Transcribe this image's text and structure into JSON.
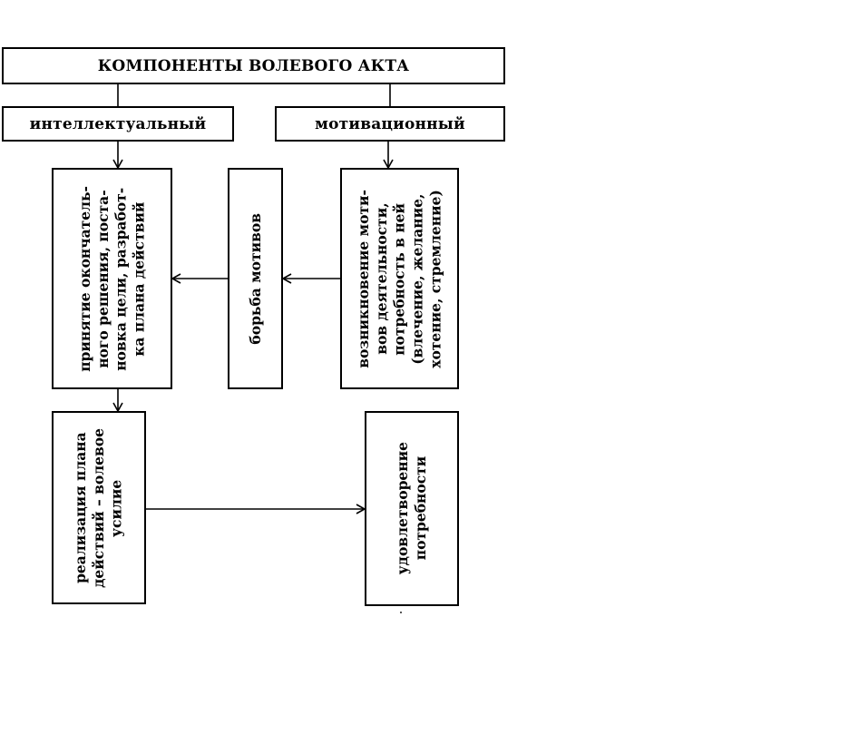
{
  "title": "КОМПОНЕНТЫ ВОЛЕВОГО АКТА",
  "components": {
    "intellectual": "интеллектуальный",
    "motivational": "мотивационный"
  },
  "steps": {
    "decision": "принятие окончатель-\nного решения, поста-\nновка цели, разработ-\nка плана действий",
    "struggle": "борьба мотивов",
    "motives": "возникновение моти-\nвов деятельности,\nпотребность в ней\n(влечение, желание,\nхотение, стремление)",
    "realization": "реализация плана\nдействий – волевое\nусилие",
    "satisfaction": "удовлетворение\nпотребности"
  }
}
